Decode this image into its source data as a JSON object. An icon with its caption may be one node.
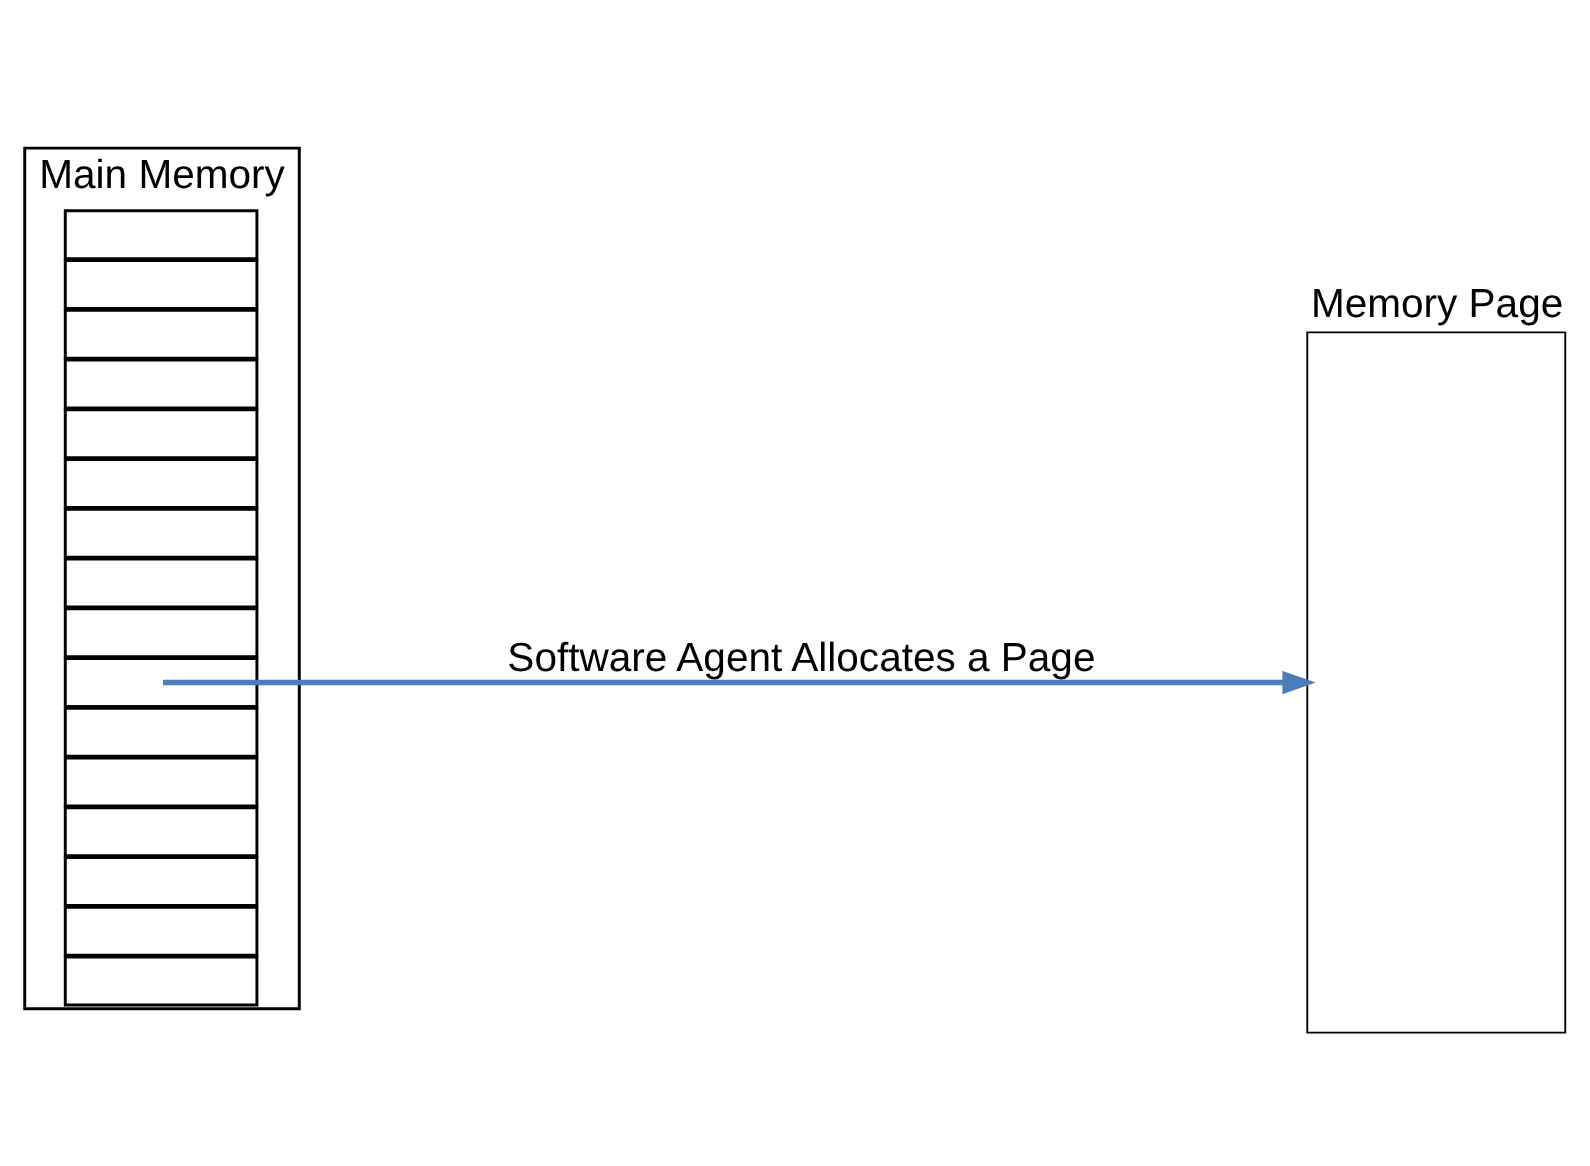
{
  "diagram": {
    "nodes": [
      {
        "text": [
          "Main Memory"
        ]
      },
      {
        "text": [],
        "shape": "box",
        "in": 0
      },
      {
        "text": [],
        "shape": "box",
        "in": 0
      },
      {
        "text": [],
        "shape": "box",
        "in": 0
      },
      {
        "text": [],
        "shape": "box",
        "in": 0
      },
      {
        "text": [],
        "shape": "box",
        "in": 0
      },
      {
        "text": [],
        "shape": "box",
        "in": 0
      },
      {
        "text": [],
        "shape": "box",
        "in": 0
      },
      {
        "text": [],
        "shape": "box",
        "in": 0
      },
      {
        "text": [],
        "shape": "box",
        "in": 0
      },
      {
        "text": [],
        "shape": "box",
        "in": 0
      },
      {
        "text": [],
        "shape": "box",
        "in": 0
      },
      {
        "text": [],
        "shape": "box",
        "in": 0
      },
      {
        "text": [],
        "shape": "box",
        "in": 0
      },
      {
        "text": [],
        "shape": "box",
        "in": 0
      },
      {
        "text": [],
        "shape": "box",
        "in": 0
      },
      {
        "text": [],
        "shape": "box",
        "in": 0
      },
      {
        "text": [
          "Memory Page"
        ]
      }
    ],
    "edges": [
      {
        "from": 10,
        "to": 17,
        "arrow": "to",
        "label": "Software Agent Allocates a Page",
        "color": "#4a7ebb"
      }
    ]
  }
}
